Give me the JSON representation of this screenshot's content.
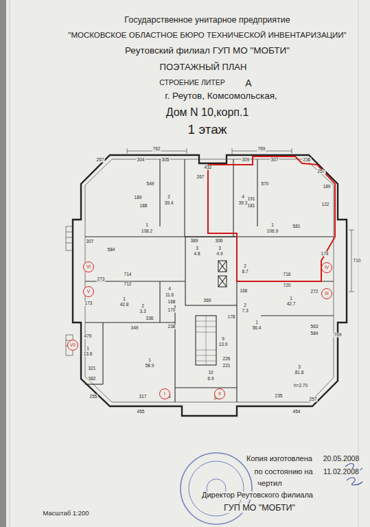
{
  "diagram": {
    "title": "ПОЭТАЖНЫЙ ПЛАН",
    "nodes": [
      {
        "text": [
          "VI"
        ]
      },
      {
        "text": [
          "V"
        ]
      },
      {
        "text": [
          "VII"
        ]
      },
      {
        "text": [
          "IV"
        ]
      },
      {
        "text": [
          "III"
        ]
      },
      {
        "text": [
          "I"
        ]
      },
      {
        "text": [
          "II"
        ]
      }
    ],
    "labels": [
      "Государственное унитарное предприятие",
      "\"МОСКОВСКОЕ ОБЛАСТНОЕ БЮРО ТЕХНИЧЕСКОЙ ИНВЕНТАРИЗАЦИИ\"",
      "Реутовский филиал ГУП МО \"МОБТИ\"",
      "СТРОЕНИЕ ЛИТЕР",
      "А",
      "г. Реутов, Комсомольская,",
      "Дом N 10,корп.1",
      "1 этаж",
      "Копия изготовлена",
      "20.05.2008",
      "по состоянию на",
      "11.02.2008",
      "чертил",
      "Директор Реутовского филиала",
      "ГУП МО \"МОБТИ\"",
      "Масштаб 1:200",
      "h=2.70",
      "762",
      "769",
      "257",
      "304",
      "305",
      "432",
      "309",
      "307",
      "236",
      "257",
      "267",
      "2",
      "39.4",
      "4",
      "39.3",
      "549",
      "189",
      "188",
      "1",
      "108.2",
      "191",
      "181",
      "570",
      "189",
      "122",
      "1",
      "106.9",
      "581",
      "584",
      "307",
      "389",
      "306",
      "3",
      "4.8",
      "3",
      "4.9",
      "2",
      "8.7",
      "174",
      "710",
      "714",
      "712",
      "273",
      "173",
      "4",
      "11.6",
      "166",
      "716",
      "720",
      "1",
      "42.7",
      "272",
      "1",
      "42.8",
      "168",
      "170",
      "369",
      "2",
      "7.3",
      "178",
      "2",
      "3.3",
      "336",
      "349",
      "238",
      "1",
      "56.4",
      "563",
      "584",
      "769",
      "479",
      "1",
      "13.6",
      "321",
      "382",
      "9",
      "13.9",
      "1",
      "58.9",
      "226",
      "221",
      "10",
      "6.9",
      "3",
      "81.8",
      "295",
      "303",
      "235",
      "317",
      "255",
      "257",
      "455",
      "454"
    ]
  }
}
